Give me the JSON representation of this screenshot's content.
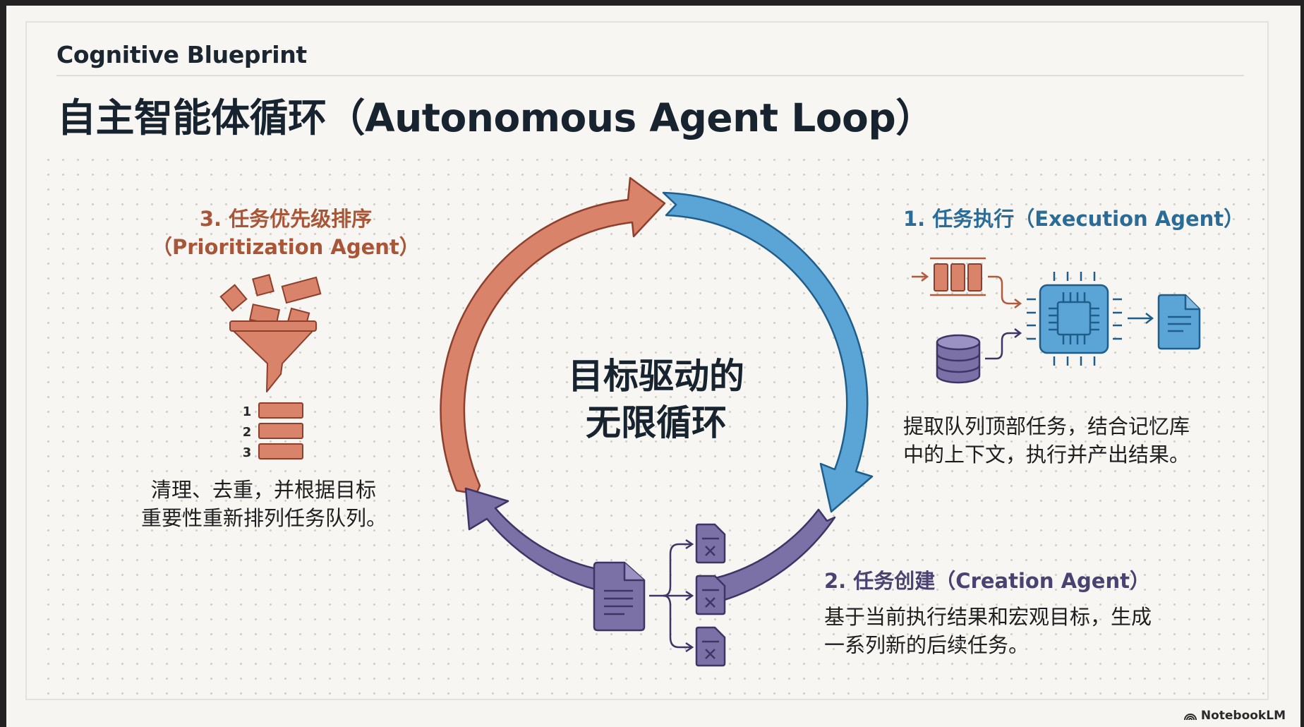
{
  "header": {
    "eyebrow": "Cognitive Blueprint",
    "title": "自主智能体循环（Autonomous Agent Loop）"
  },
  "center": {
    "line1": "目标驱动的",
    "line2": "无限循环"
  },
  "stages": [
    {
      "number": "1",
      "heading": "1. 任务执行（Execution Agent）",
      "desc_line1": "提取队列顶部任务，结合记忆库",
      "desc_line2": "中的上下文，执行并产出结果。",
      "color": "#5BA4D6",
      "icons": [
        "task-queue-icon",
        "memory-database-icon",
        "processor-chip-icon",
        "result-document-icon"
      ]
    },
    {
      "number": "2",
      "heading": "2. 任务创建（Creation Agent）",
      "desc_line1": "基于当前执行结果和宏观目标，生成",
      "desc_line2": "一系列新的后续任务。",
      "color": "#7B71A6",
      "icons": [
        "source-document-icon",
        "branch-arrows-icon",
        "new-task-document-icon"
      ]
    },
    {
      "number": "3",
      "heading_line1": "3. 任务优先级排序",
      "heading_line2": "（Prioritization Agent）",
      "desc_line1": "清理、去重，并根据目标",
      "desc_line2": "重要性重新排列任务队列。",
      "color": "#D9836A",
      "ranks": [
        "1",
        "2",
        "3"
      ],
      "icons": [
        "funnel-icon",
        "task-blocks-icon",
        "ranked-list-icon"
      ]
    }
  ],
  "colors": {
    "orange": "#D9836A",
    "orange_stroke": "#8E3F2B",
    "blue": "#5BA4D6",
    "blue_stroke": "#1F5E8A",
    "purple": "#7B71A6",
    "purple_stroke": "#3E3566",
    "ink": "#17232E"
  },
  "watermark": "NotebookLM"
}
